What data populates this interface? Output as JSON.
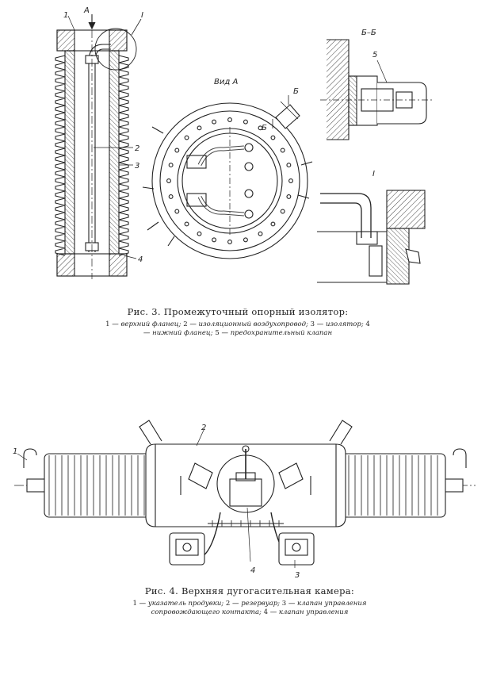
{
  "fig3": {
    "labels": {
      "n1": "1",
      "a": "А",
      "roman1": "I",
      "n2": "2",
      "n3": "3",
      "n4": "4",
      "vid_a": "Вид А",
      "b1": "Б",
      "b2": "Б",
      "bb": "Б–Б",
      "n5": "5",
      "roman1_detail": "I"
    },
    "caption": {
      "title": "Рис. 3. Промежуточный опорный изолятор:",
      "legend": [
        {
          "num": "1",
          "text": " — верхний фланец; "
        },
        {
          "num": "2",
          "text": " — изоляционный воздухопровод; "
        },
        {
          "num": "3",
          "text": " — изолятор; "
        },
        {
          "num": "4",
          "text": " — нижний фланец; "
        },
        {
          "num": "5",
          "text": " — предохранительный клапан"
        }
      ]
    }
  },
  "fig4": {
    "labels": {
      "n1": "1",
      "n2": "2",
      "n3": "3",
      "n4": "4"
    },
    "caption": {
      "title": "Рис. 4. Верхняя дугогасительная камера:",
      "legend": [
        {
          "num": "1",
          "text": " — указатель продувки; "
        },
        {
          "num": "2",
          "text": " — резервуар; "
        },
        {
          "num": "3",
          "text": " — клапан управления сопровождающего контакта; "
        },
        {
          "num": "4",
          "text": " — клапан управления"
        }
      ]
    }
  }
}
